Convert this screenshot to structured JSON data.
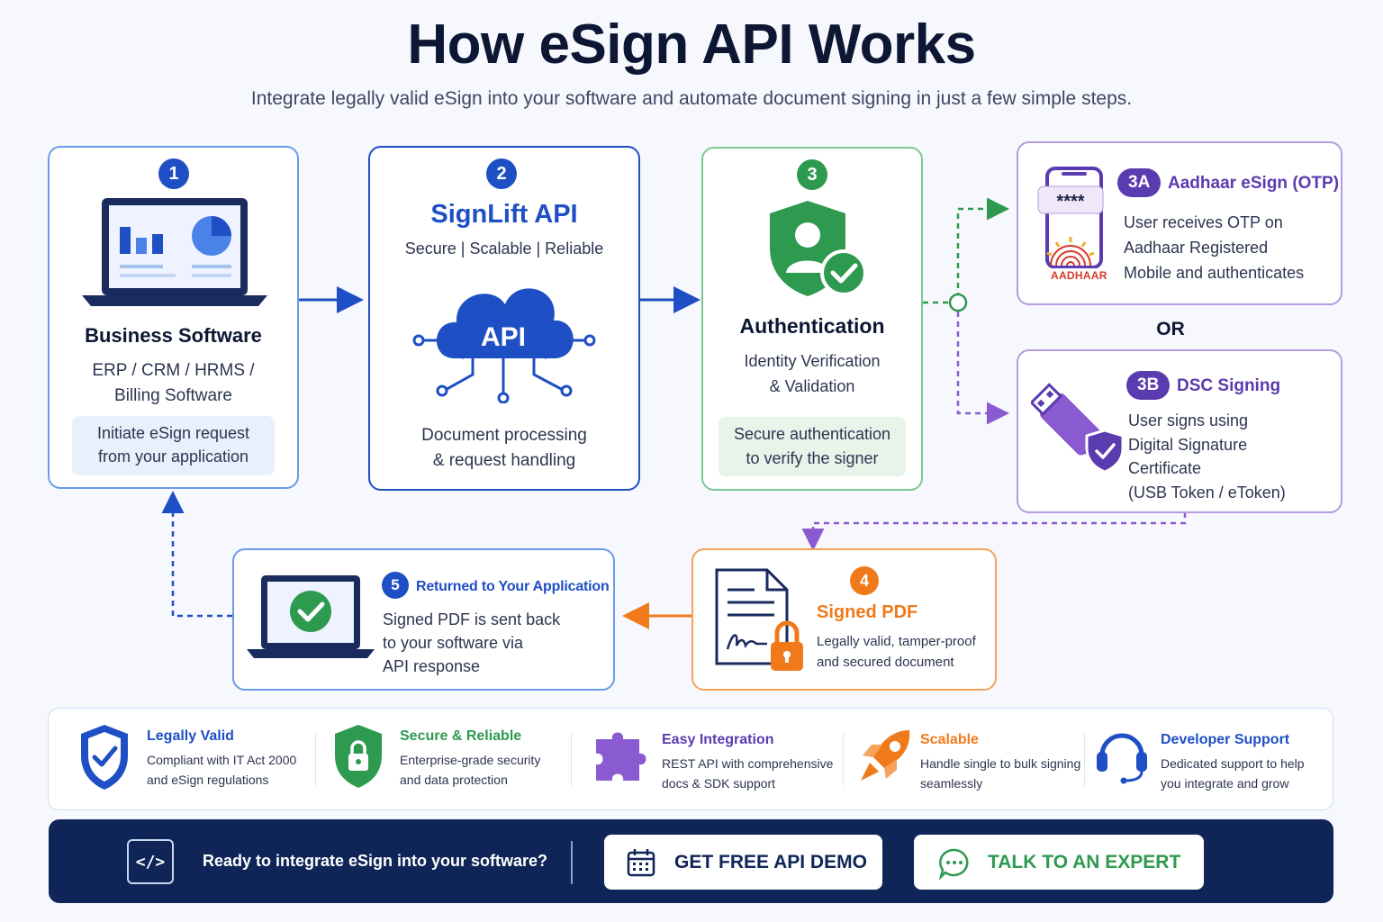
{
  "header": {
    "title": "How eSign API Works",
    "subtitle": "Integrate legally valid eSign into your software and automate document signing in just a few simple steps."
  },
  "steps": {
    "s1": {
      "num": "1",
      "title": "Business Software",
      "desc": "ERP / CRM / HRMS /\nBilling Software",
      "note": "Initiate eSign request\nfrom your application"
    },
    "s2": {
      "num": "2",
      "title": "SignLift API",
      "tagline": "Secure | Scalable | Reliable",
      "icon_text": "API",
      "desc": "Document processing\n& request handling"
    },
    "s3": {
      "num": "3",
      "title": "Authentication",
      "desc": "Identity Verification\n& Validation",
      "note": "Secure authentication\nto verify the signer"
    },
    "s3a": {
      "num": "3A",
      "title": "Aadhaar eSign (OTP)",
      "desc": "User receives OTP on\nAadhaar Registered\nMobile and authenticates",
      "otp_mask": "****",
      "logo_text": "AADHAAR"
    },
    "or_label": "OR",
    "s3b": {
      "num": "3B",
      "title": "DSC Signing",
      "desc": "User signs using\nDigital Signature\nCertificate\n(USB Token / eToken)"
    },
    "s4": {
      "num": "4",
      "title": "Signed PDF",
      "desc": "Legally valid, tamper-proof\nand secured document"
    },
    "s5": {
      "num": "5",
      "title": "Returned to Your Application",
      "desc": "Signed PDF is sent back\nto your software via\nAPI response"
    }
  },
  "features": [
    {
      "title": "Legally Valid",
      "desc": "Compliant with IT Act 2000\nand eSign regulations",
      "icon": "shield-check-icon",
      "color": "#1f4fc4"
    },
    {
      "title": "Secure & Reliable",
      "desc": "Enterprise-grade security\nand data protection",
      "icon": "shield-lock-icon",
      "color": "#2e9a4f"
    },
    {
      "title": "Easy Integration",
      "desc": "REST API with comprehensive\ndocs & SDK support",
      "icon": "puzzle-icon",
      "color": "#5b3bb0"
    },
    {
      "title": "Scalable",
      "desc": "Handle single to bulk signing\nseamlessly",
      "icon": "rocket-icon",
      "color": "#f07a1a"
    },
    {
      "title": "Developer Support",
      "desc": "Dedicated support to help\nyou integrate and grow",
      "icon": "headset-icon",
      "color": "#1f4fc4"
    }
  ],
  "cta": {
    "text": "Ready to integrate eSign into your software?",
    "demo_label": "GET FREE API DEMO",
    "expert_label": "TALK TO AN EXPERT"
  },
  "colors": {
    "blue": "#1f4fc4",
    "green": "#2e9a4f",
    "purple": "#5b3bb0",
    "orange": "#f07a1a",
    "navy": "#0f2557"
  }
}
